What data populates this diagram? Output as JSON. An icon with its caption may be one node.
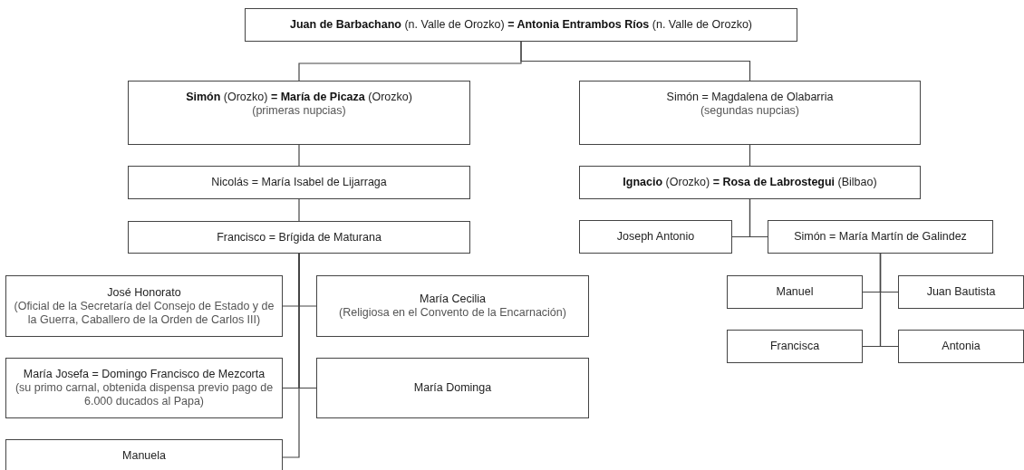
{
  "diagram": {
    "nodes": [
      {
        "text": [
          "**Juan de Barbachano** (n. Valle de Orozko) **= Antonia Entrambos Ríos** (n. Valle de Orozko)"
        ]
      },
      {
        "text": [
          "**Simón** (Orozko) **= María de Picaza** (Orozko)",
          "(primeras nupcias)"
        ]
      },
      {
        "text": [
          "Simón = Magdalena de Olabarria",
          "(segundas nupcias)"
        ]
      },
      {
        "text": [
          "Nicolás = María Isabel de Lijarraga"
        ]
      },
      {
        "text": [
          "**Ignacio** (Orozko) **= Rosa de Labrostegui** (Bilbao)"
        ]
      },
      {
        "text": [
          "Francisco = Brígida de Maturana"
        ]
      },
      {
        "text": [
          "Joseph Antonio"
        ]
      },
      {
        "text": [
          "Simón = María Martín de Galindez"
        ]
      },
      {
        "text": [
          "José Honorato",
          "(Oficial de la Secretaría del Consejo de Estado y de la Guerra, Caballero de la Orden de Carlos III)"
        ]
      },
      {
        "text": [
          "María Cecilia",
          "(Religiosa en el Convento de la Encarnación)"
        ]
      },
      {
        "text": [
          "Manuel"
        ]
      },
      {
        "text": [
          "Juan Bautista"
        ]
      },
      {
        "text": [
          "María Josefa = Domingo Francisco de Mezcorta",
          "(su primo carnal, obtenida dispensa previo pago de 6.000 ducados al Papa)"
        ]
      },
      {
        "text": [
          "María Dominga"
        ]
      },
      {
        "text": [
          "Francisca"
        ]
      },
      {
        "text": [
          "Antonia"
        ]
      },
      {
        "text": [
          "Manuela"
        ]
      }
    ],
    "edges": [
      {
        "from": 0,
        "to": 1,
        "arrow": "none"
      },
      {
        "from": 0,
        "to": 2,
        "arrow": "none"
      },
      {
        "from": 1,
        "to": 3,
        "arrow": "none"
      },
      {
        "from": 2,
        "to": 4,
        "arrow": "none"
      },
      {
        "from": 3,
        "to": 5,
        "arrow": "none"
      },
      {
        "from": 4,
        "to": 6,
        "arrow": "none"
      },
      {
        "from": 4,
        "to": 7,
        "arrow": "none"
      },
      {
        "from": 5,
        "to": 8,
        "arrow": "none"
      },
      {
        "from": 5,
        "to": 9,
        "arrow": "none"
      },
      {
        "from": 5,
        "to": 12,
        "arrow": "none"
      },
      {
        "from": 5,
        "to": 13,
        "arrow": "none"
      },
      {
        "from": 5,
        "to": 16,
        "arrow": "none"
      },
      {
        "from": 7,
        "to": 10,
        "arrow": "none"
      },
      {
        "from": 7,
        "to": 11,
        "arrow": "none"
      },
      {
        "from": 7,
        "to": 14,
        "arrow": "none"
      },
      {
        "from": 7,
        "to": 15,
        "arrow": "none"
      }
    ]
  }
}
